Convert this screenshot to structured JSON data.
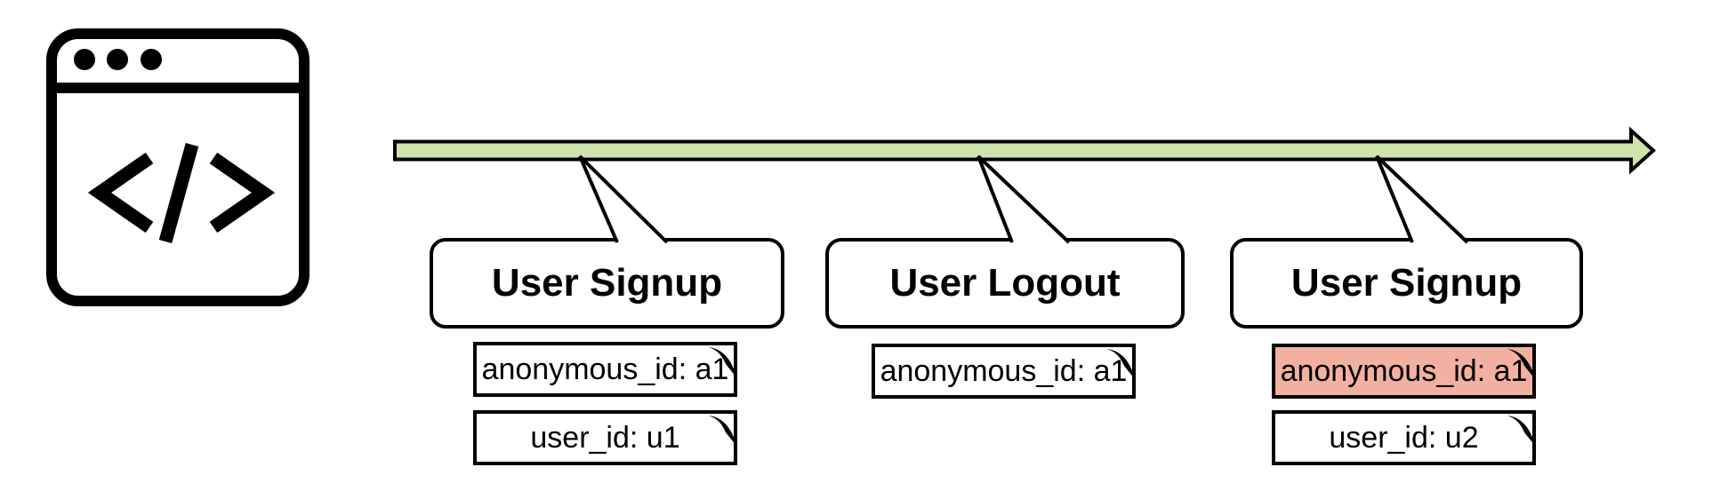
{
  "diagram": {
    "description_icon": "browser-window-code-icon",
    "timeline": {
      "direction": "left-to-right",
      "fill_color": "#cfe3ad",
      "stroke_color": "#000000"
    },
    "events": [
      {
        "title": "User Signup",
        "notes": [
          {
            "text": "anonymous_id: a1",
            "highlight": false
          },
          {
            "text": "user_id: u1",
            "highlight": false
          }
        ]
      },
      {
        "title": "User Logout",
        "notes": [
          {
            "text": "anonymous_id: a1",
            "highlight": false
          }
        ]
      },
      {
        "title": "User Signup",
        "notes": [
          {
            "text": "anonymous_id: a1",
            "highlight": true
          },
          {
            "text": "user_id: u2",
            "highlight": false
          }
        ]
      }
    ],
    "colors": {
      "timeline_green": "#cfe3ad",
      "note_highlight_salmon": "#f2b1a0",
      "outline_black": "#000000",
      "background_white": "#ffffff"
    }
  }
}
